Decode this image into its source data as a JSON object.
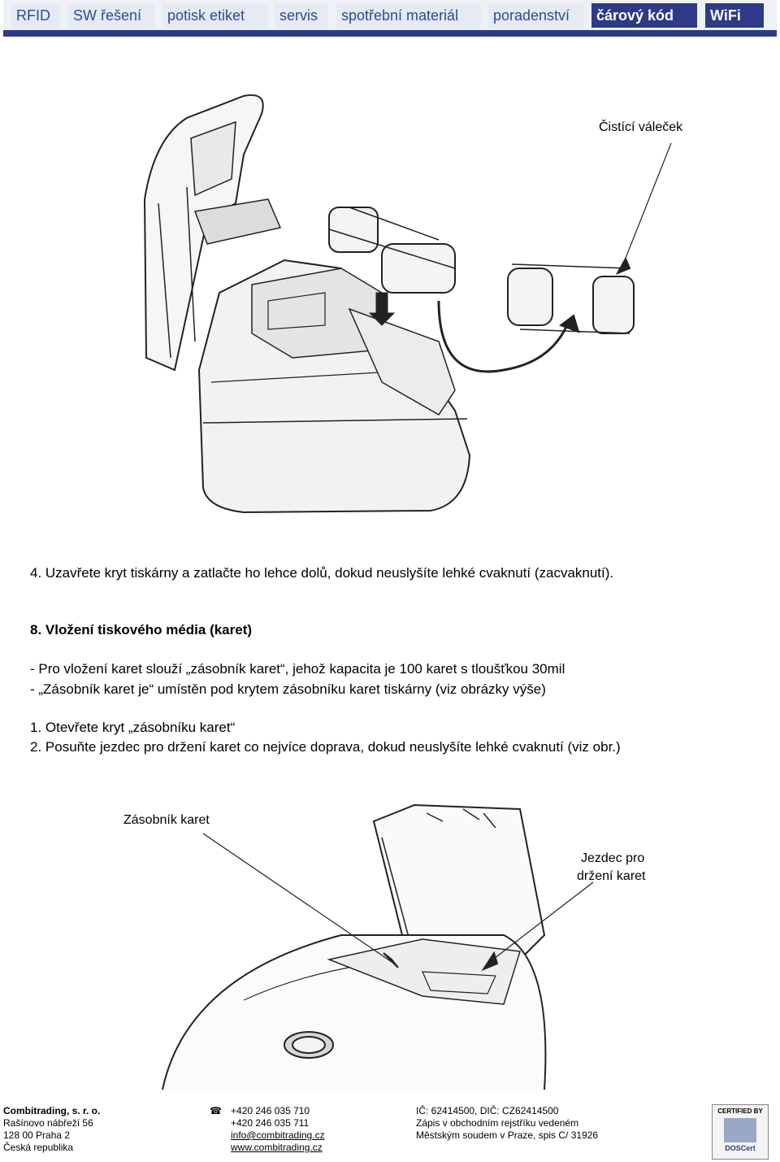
{
  "nav": {
    "items": [
      "RFID",
      "SW řešení",
      "potisk etiket",
      "servis",
      "spotřební materiál",
      "poradenství",
      "čárový kód",
      "WiFi"
    ],
    "active": "čárový kód"
  },
  "figure1": {
    "callout": "Čistící váleček"
  },
  "steps": {
    "step4": "4.  Uzavřete kryt tiskárny a zatlačte ho lehce dolů, dokud neuslyšíte lehké cvaknutí (zacvaknutí)."
  },
  "section8": {
    "heading": "8.  Vložení tiskového média (karet)",
    "bullets": [
      "-   Pro vložení karet slouží „zásobník karet“, jehož kapacita je 100 karet s tloušťkou 30mil",
      "-   „Zásobník karet je“ umístěn pod krytem zásobníku karet tiskárny (viz obrázky výše)"
    ],
    "numbered": [
      "1.  Otevřete kryt „zásobníku karet“",
      "2.  Posuňte jezdec pro držení karet co nejvíce doprava, dokud neuslyšíte lehké cvaknutí (viz obr.)"
    ]
  },
  "figure2": {
    "callout_left": "Zásobník karet",
    "callout_right_line1": "Jezdec pro",
    "callout_right_line2": "držení karet"
  },
  "footer": {
    "company": "Combitrading, s. r. o.",
    "street": "Rašínovo nábřeží 56",
    "city": "128 00 Praha 2",
    "country": "Česká republika",
    "phone1": "+420 246 035 710",
    "phone2": "+420 246 035 711",
    "email": "info@combitrading.cz",
    "web": "www.combitrading.cz",
    "ids": "IČ: 62414500, DIČ: CZ62414500",
    "registry1": "Zápis v obchodním rejstříku vedeném",
    "registry2": "Městským soudem v Praze, spis C/ 31926",
    "cert_top": "CERTIFIED BY",
    "cert_brand": "DOSCert"
  }
}
